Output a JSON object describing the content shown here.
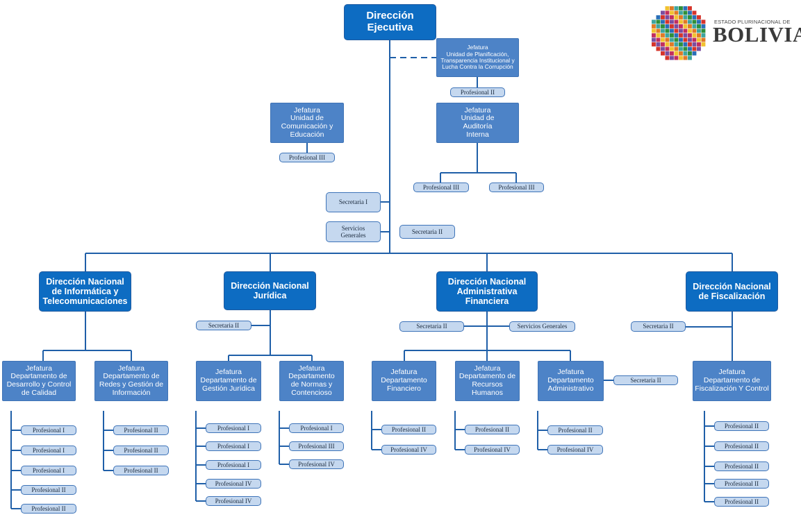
{
  "logo": {
    "small_text": "ESTADO PLURINACIONAL DE",
    "big_text": "BOLIVIA",
    "colors": [
      "#d6342b",
      "#f2c230",
      "#2f8f3a",
      "#7a4ea0",
      "#e07a26",
      "#2a6fb8",
      "#c22f5e",
      "#3fa5a0"
    ]
  },
  "top": {
    "ejecutiva": "Dirección\nEjecutiva",
    "planificacion": "Jefatura\nUnidad de Planificación,\nTransparencia Institucional y\nLucha Contra la Corrupción",
    "planificacion_prof": "Profesional II",
    "comunicacion": "Jefatura\nUnidad de\nComunicación y\nEducación",
    "comunicacion_prof": "Profesional III",
    "auditoria": "Jefatura\nUnidad de\nAuditoría\nInterna",
    "auditoria_prof1": "Profesional III",
    "auditoria_prof2": "Profesional III",
    "secretaria_i": "Secretaria I",
    "servicios": "Servicios\nGenerales",
    "secretaria_ii": "Secretaria II"
  },
  "directions": {
    "informatica": "Dirección Nacional\nde Informática y\nTelecomunicaciones",
    "juridica": "Dirección Nacional\nJurídica",
    "administrativa": "Dirección Nacional\nAdministrativa\nFinanciera",
    "fiscalizacion": "Dirección Nacional\nde Fiscalización"
  },
  "support": {
    "jur_secretaria": "Secretaria II",
    "adm_secretaria": "Secretaria II",
    "adm_servicios": "Servicios Generales",
    "fis_secretaria": "Secretaria II",
    "dep_adm_secretaria": "Secretaria II"
  },
  "departments": {
    "desarrollo": "Jefatura\nDepartamento de\nDesarrollo y Control\nde Calidad",
    "redes": "Jefatura\nDepartamento de\nRedes y Gestión de\nInformación",
    "gestion_juridica": "Jefatura\nDepartamento de\nGestión Jurídica",
    "normas": "Jefatura\nDepartamento\nde Normas y\nContencioso",
    "financiero": "Jefatura\nDepartamento\nFinanciero",
    "rrhh": "Jefatura\nDepartamento de\nRecursos\nHumanos",
    "administrativo": "Jefatura\nDepartamento\nAdministrativo",
    "fiscalizacion": "Jefatura\nDepartamento de\nFiscalización Y Control"
  },
  "staff": {
    "desarrollo": [
      "Profesional I",
      "Profesional I",
      "Profesional I",
      "Profesional II",
      "Profesional II"
    ],
    "redes": [
      "Profesional II",
      "Profesional II",
      "Profesional II"
    ],
    "gestion_juridica": [
      "Profesional I",
      "Profesional I",
      "Profesional I",
      "Profesional IV",
      "Profesional IV"
    ],
    "normas": [
      "Profesional I",
      "Profesional III",
      "Profesional IV"
    ],
    "financiero": [
      "Profesional II",
      "Profesional IV"
    ],
    "rrhh": [
      "Profesional II",
      "Profesional IV"
    ],
    "administrativo": [
      "Profesional II",
      "Profesional IV"
    ],
    "fiscalizacion": [
      "Profesional II",
      "Profesional II",
      "Profesional II",
      "Profesional II",
      "Profesional II"
    ]
  }
}
